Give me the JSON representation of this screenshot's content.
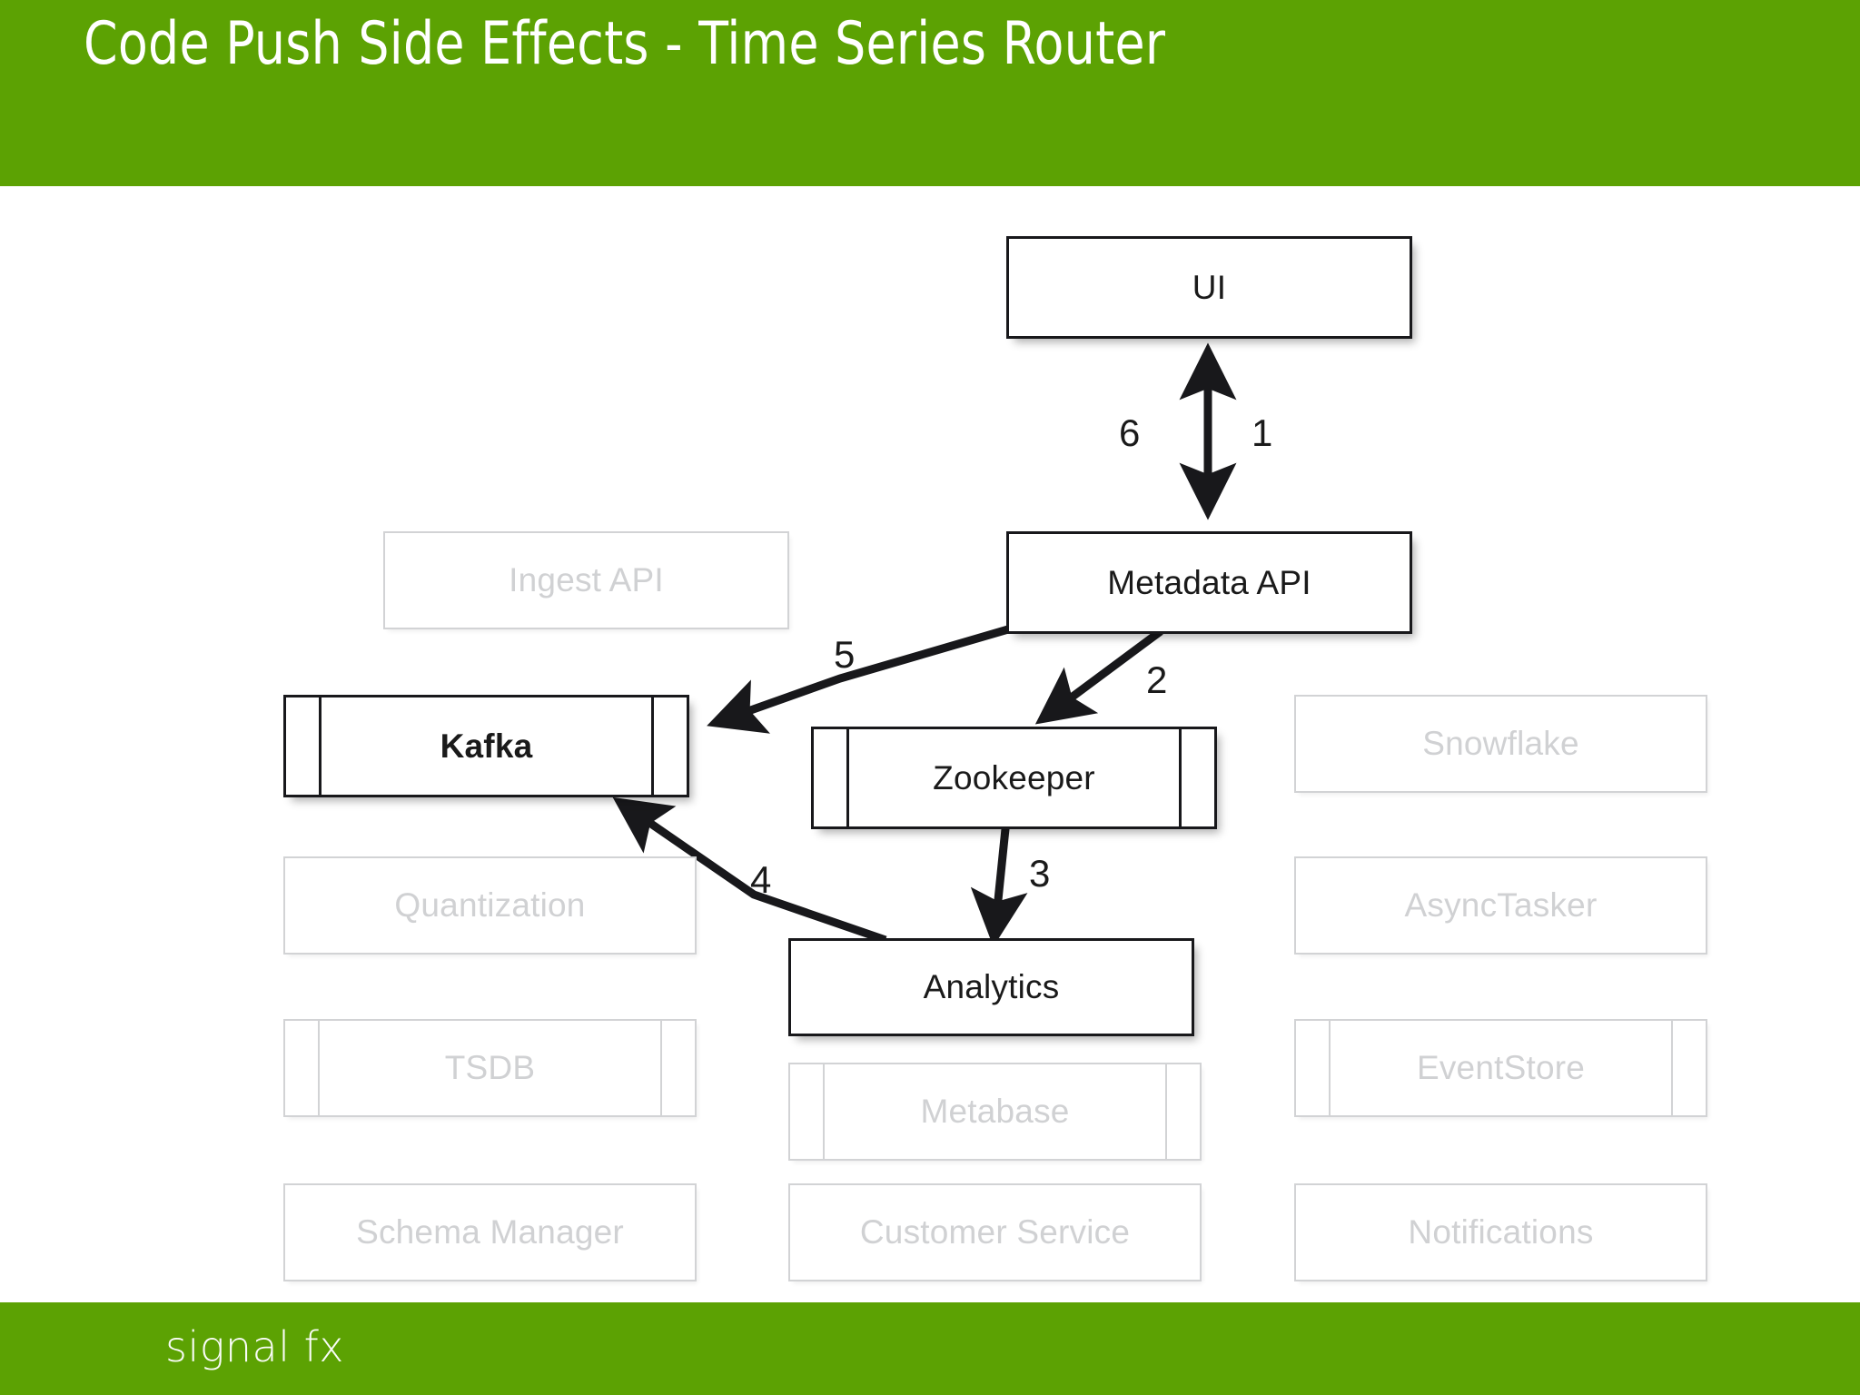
{
  "slide": {
    "title": "Code Push Side Effects - Time Series Router",
    "brand_color": "#5CA203",
    "footer_logo": "signal fx"
  },
  "diagram": {
    "nodes": [
      {
        "id": "ui",
        "label": "UI",
        "state": "active",
        "shape": "box",
        "bold": false
      },
      {
        "id": "metadata-api",
        "label": "Metadata API",
        "state": "active",
        "shape": "box",
        "bold": false
      },
      {
        "id": "ingest-api",
        "label": "Ingest API",
        "state": "faded",
        "shape": "box",
        "bold": false
      },
      {
        "id": "kafka",
        "label": "Kafka",
        "state": "active",
        "shape": "queue",
        "bold": true
      },
      {
        "id": "zookeeper",
        "label": "Zookeeper",
        "state": "active",
        "shape": "queue",
        "bold": false
      },
      {
        "id": "snowflake",
        "label": "Snowflake",
        "state": "faded",
        "shape": "box",
        "bold": false
      },
      {
        "id": "quantization",
        "label": "Quantization",
        "state": "faded",
        "shape": "box",
        "bold": false
      },
      {
        "id": "asynctasker",
        "label": "AsyncTasker",
        "state": "faded",
        "shape": "box",
        "bold": false
      },
      {
        "id": "analytics",
        "label": "Analytics",
        "state": "active",
        "shape": "box",
        "bold": false
      },
      {
        "id": "tsdb",
        "label": "TSDB",
        "state": "faded",
        "shape": "queue",
        "bold": false
      },
      {
        "id": "metabase",
        "label": "Metabase",
        "state": "faded",
        "shape": "queue",
        "bold": false
      },
      {
        "id": "eventstore",
        "label": "EventStore",
        "state": "faded",
        "shape": "queue",
        "bold": false
      },
      {
        "id": "schema-manager",
        "label": "Schema Manager",
        "state": "faded",
        "shape": "box",
        "bold": false
      },
      {
        "id": "customer-service",
        "label": "Customer Service",
        "state": "faded",
        "shape": "box",
        "bold": false
      },
      {
        "id": "notifications",
        "label": "Notifications",
        "state": "faded",
        "shape": "box",
        "bold": false
      }
    ],
    "edges": [
      {
        "id": "e1",
        "label": "1",
        "from": "ui",
        "to": "metadata-api",
        "direction": "down"
      },
      {
        "id": "e6",
        "label": "6",
        "from": "metadata-api",
        "to": "ui",
        "direction": "up"
      },
      {
        "id": "e2",
        "label": "2",
        "from": "metadata-api",
        "to": "zookeeper",
        "direction": "down-left"
      },
      {
        "id": "e3",
        "label": "3",
        "from": "zookeeper",
        "to": "analytics",
        "direction": "down"
      },
      {
        "id": "e4",
        "label": "4",
        "from": "analytics",
        "to": "kafka",
        "direction": "up-left"
      },
      {
        "id": "e5",
        "label": "5",
        "from": "metadata-api",
        "to": "kafka",
        "direction": "down-left"
      }
    ]
  }
}
